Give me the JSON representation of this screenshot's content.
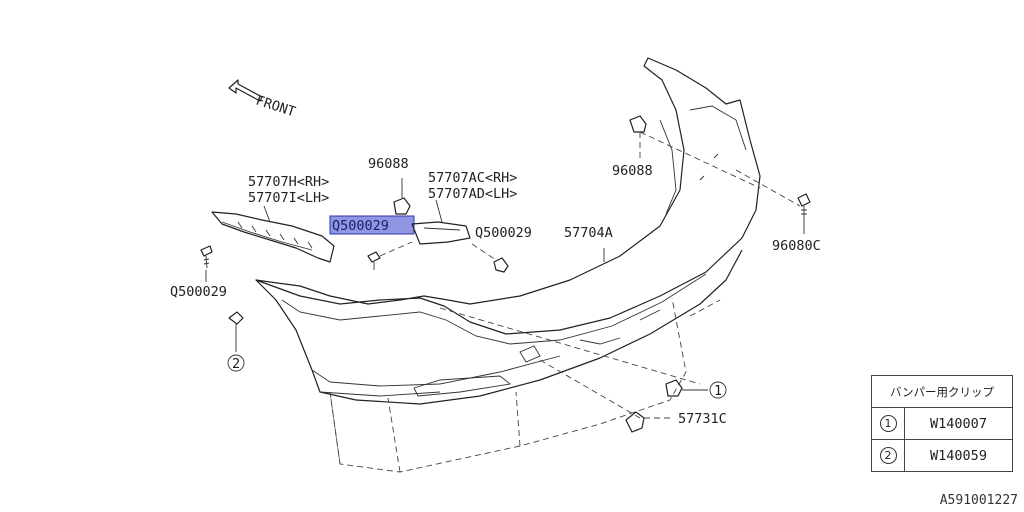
{
  "labels": {
    "front": "FRONT",
    "reinforce_rh": "57707H<RH>",
    "reinforce_lh": "57707I<LH>",
    "clip_96088_left": "96088",
    "bracket_rh": "57707AC<RH>",
    "bracket_lh": "57707AD<LH>",
    "bolt_highlighted": "Q500029",
    "bolt_center": "Q500029",
    "bolt_left": "Q500029",
    "bumper_face": "57704A",
    "clip_96088_right": "96088",
    "screw_96080c": "96080C",
    "cap_57731c": "57731C",
    "callout_1": "1",
    "callout_2": "2"
  },
  "legend": {
    "header": "バンパー用クリップ",
    "rows": [
      {
        "num": "1",
        "code": "W140007"
      },
      {
        "num": "2",
        "code": "W140059"
      }
    ]
  },
  "reference_code": "A591001227",
  "colors": {
    "highlight_fill": "#6b73d8",
    "line": "#222222"
  }
}
